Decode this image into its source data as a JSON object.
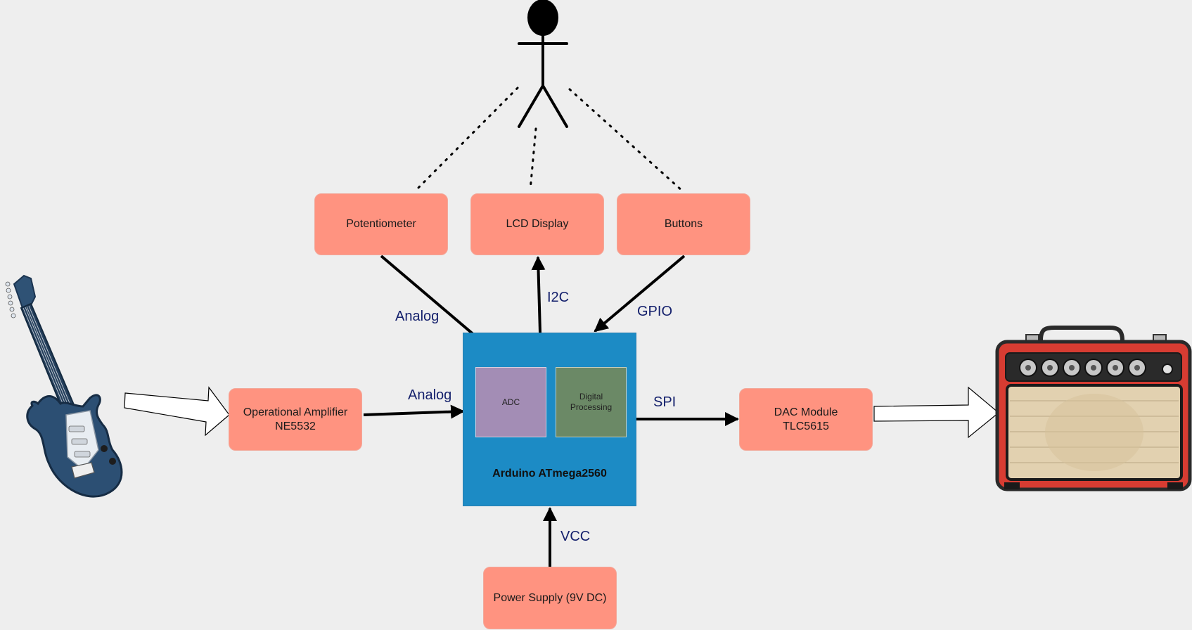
{
  "colors": {
    "block_fill": "#ff9380",
    "mcu_fill": "#1c8bc5",
    "adc_fill": "#a38db5",
    "dsp_fill": "#6b8966",
    "edge_label": "#14206c",
    "background": "#eeeeee"
  },
  "icons": {
    "guitar": "guitar-icon",
    "amplifier": "amplifier-icon",
    "user": "stick-figure-icon"
  },
  "nodes": {
    "potentiometer": "Potentiometer",
    "lcd": "LCD Display",
    "buttons": "Buttons",
    "opamp": "Operational Amplifier\nNE5532",
    "dac": "DAC Module\nTLC5615",
    "power": "Power Supply (9V DC)",
    "adc": "ADC",
    "dsp": "Digital\nProcessing",
    "mcu": "Arduino ATmega2560"
  },
  "edges": {
    "pot_to_adc": "Analog",
    "mcu_to_lcd": "I2C",
    "buttons_to_mcu": "GPIO",
    "opamp_to_mcu": "Analog",
    "mcu_to_dac": "SPI",
    "power_to_mcu": "VCC"
  }
}
